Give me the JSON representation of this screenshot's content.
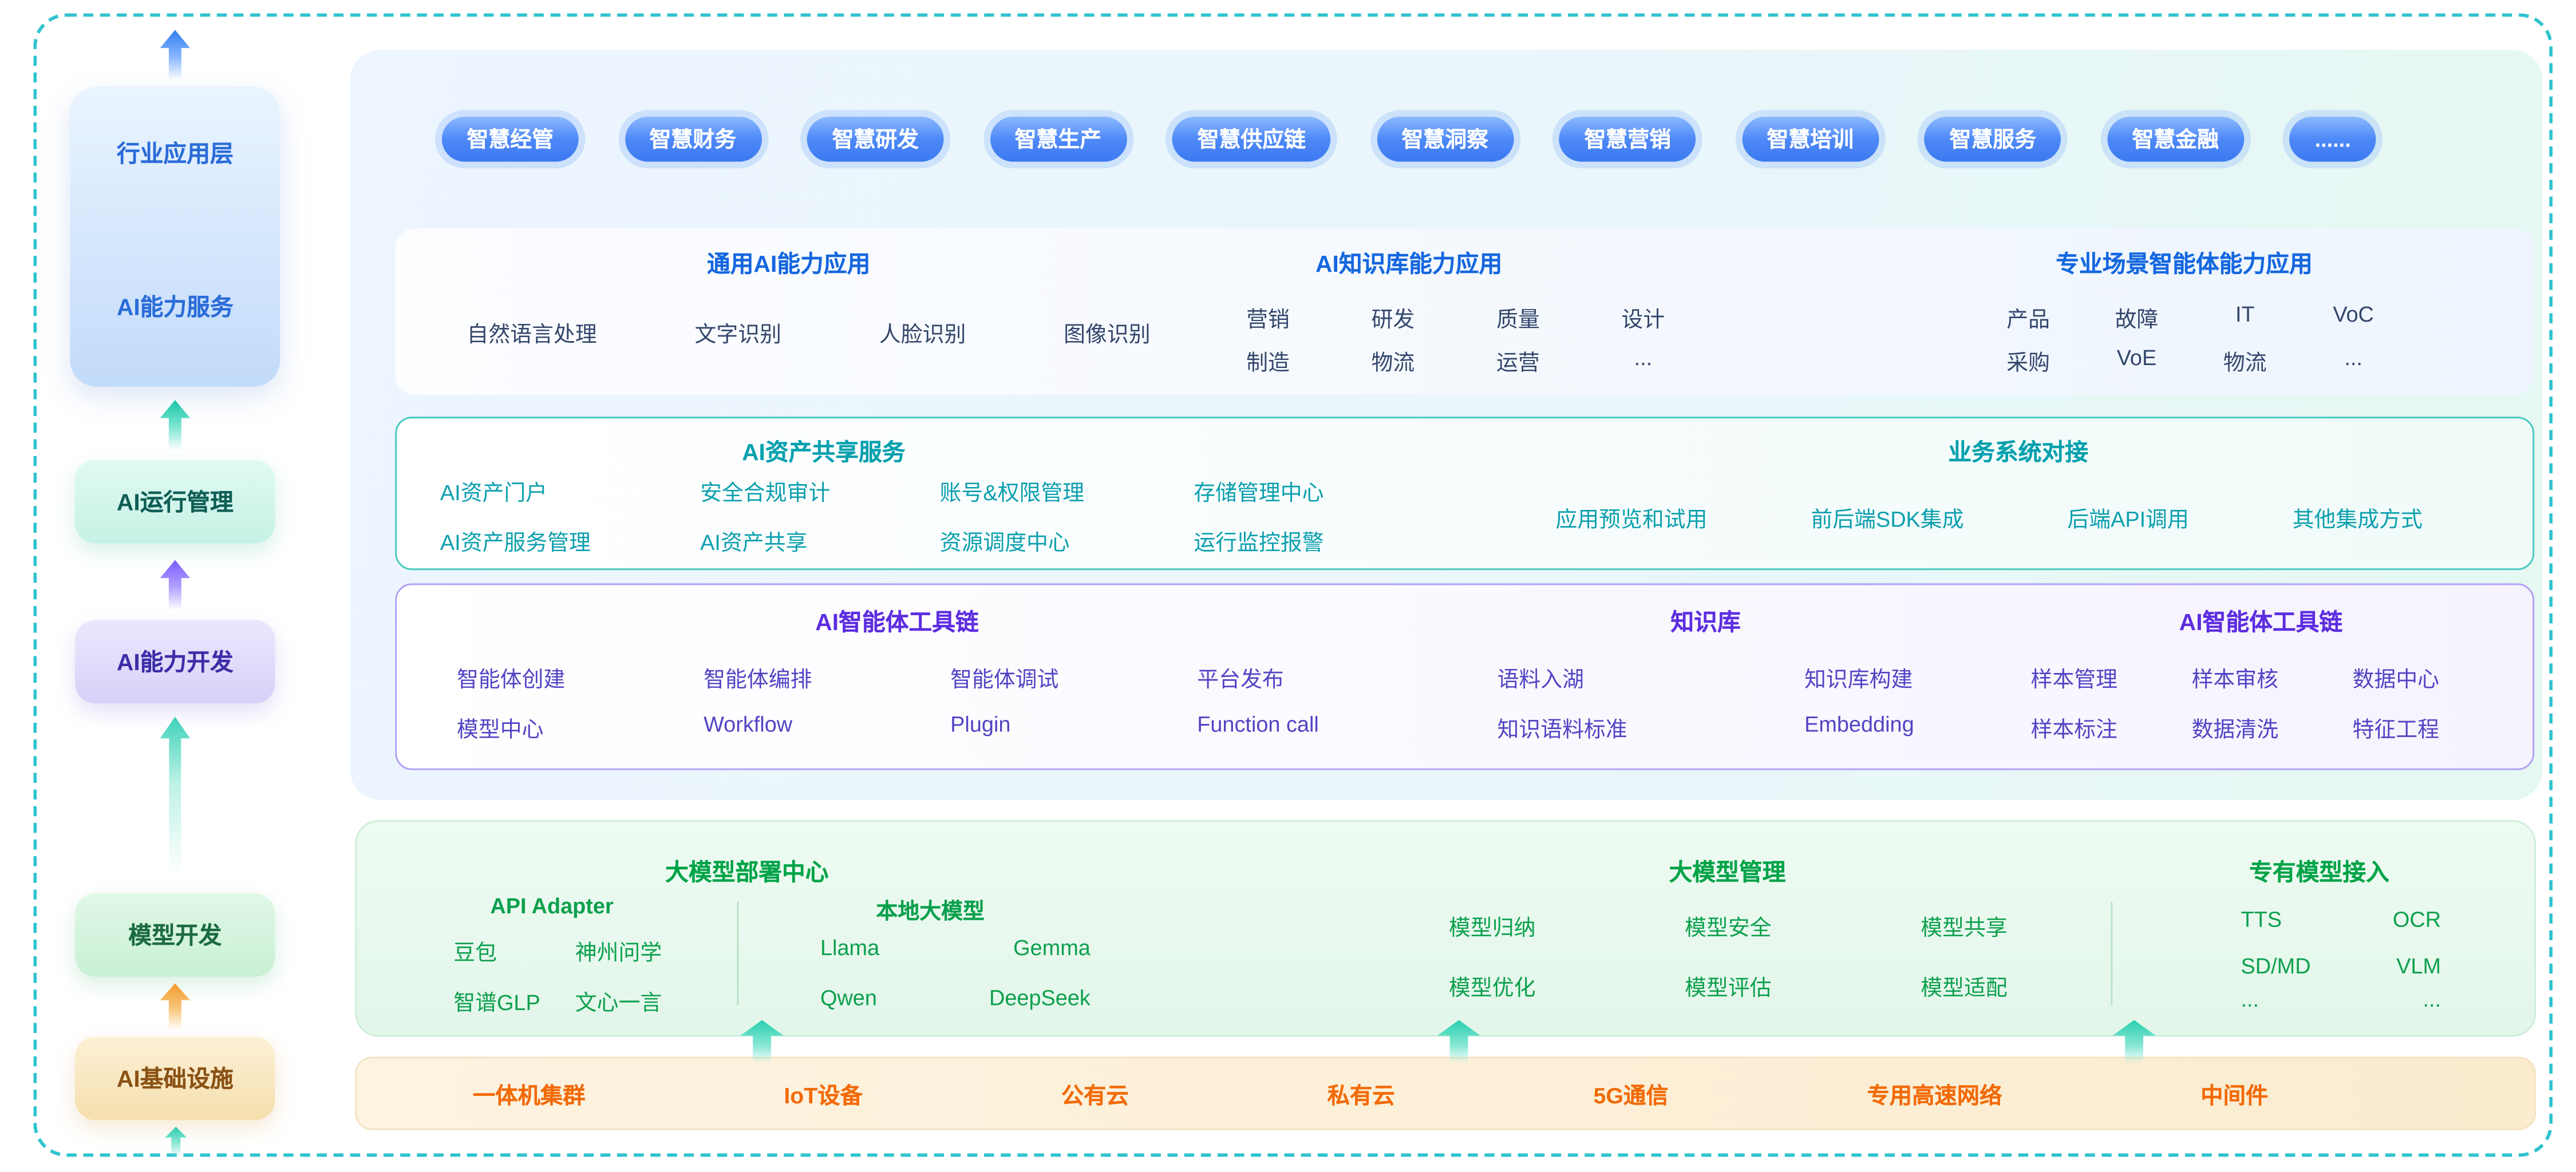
{
  "colors": {
    "frame_dashed": "#2fc3cf",
    "pill_blue": "#4e89f8",
    "blue_heading": "#1567df",
    "teal_heading": "#05a0ad",
    "purple_heading": "#5d2de0",
    "green_heading": "#00a348",
    "orange_text": "#f26a07"
  },
  "sidebar": {
    "app_layer": {
      "line1": "行业应用层",
      "line2": "AI能力服务"
    },
    "run": "AI运行管理",
    "dev": "AI能力开发",
    "model": "模型开发",
    "infra": "AI基础设施"
  },
  "pills": [
    "智慧经管",
    "智慧财务",
    "智慧研发",
    "智慧生产",
    "智慧供应链",
    "智慧洞察",
    "智慧营销",
    "智慧培训",
    "智慧服务",
    "智慧金融",
    "......"
  ],
  "capability": {
    "general": {
      "title": "通用AI能力应用",
      "items": [
        "自然语言处理",
        "文字识别",
        "人脸识别",
        "图像识别"
      ]
    },
    "knowledge": {
      "title": "AI知识库能力应用",
      "rows": [
        [
          "营销",
          "研发",
          "质量",
          "设计"
        ],
        [
          "制造",
          "物流",
          "运营",
          "..."
        ]
      ]
    },
    "scenario": {
      "title": "专业场景智能体能力应用",
      "rows": [
        [
          "产品",
          "故障",
          "IT",
          "VoC"
        ],
        [
          "采购",
          "VoE",
          "物流",
          "..."
        ]
      ]
    }
  },
  "asset": {
    "share": {
      "title": "AI资产共享服务",
      "columns": [
        [
          "AI资产门户",
          "AI资产服务管理"
        ],
        [
          "安全合规审计",
          "AI资产共享"
        ],
        [
          "账号&权限管理",
          "资源调度中心"
        ],
        [
          "存储管理中心",
          "运行监控报警"
        ]
      ]
    },
    "integration": {
      "title": "业务系统对接",
      "items": [
        "应用预览和试用",
        "前后端SDK集成",
        "后端API调用",
        "其他集成方式"
      ]
    }
  },
  "toolchain": {
    "agent": {
      "title": "AI智能体工具链",
      "columns": [
        [
          "智能体创建",
          "模型中心"
        ],
        [
          "智能体编排",
          "Workflow"
        ],
        [
          "智能体调试",
          "Plugin"
        ],
        [
          "平台发布",
          "Function call"
        ]
      ]
    },
    "kb": {
      "title": "知识库",
      "columns": [
        [
          "语料入湖",
          "知识语料标准"
        ],
        [
          "知识库构建",
          "Embedding"
        ]
      ]
    },
    "data": {
      "title": "AI智能体工具链",
      "columns": [
        [
          "样本管理",
          "样本标注"
        ],
        [
          "样本审核",
          "数据清洗"
        ],
        [
          "数据中心",
          "特征工程"
        ]
      ]
    }
  },
  "model_layer": {
    "deploy": {
      "title": "大模型部署中心",
      "api": {
        "title": "API Adapter",
        "rows": [
          [
            "豆包",
            "神州问学"
          ],
          [
            "智谱GLP",
            "文心一言"
          ]
        ]
      },
      "local": {
        "title": "本地大模型",
        "rows": [
          [
            "Llama",
            "Gemma"
          ],
          [
            "Qwen",
            "DeepSeek"
          ]
        ]
      }
    },
    "manage": {
      "title": "大模型管理",
      "rows": [
        [
          "模型归纳",
          "模型安全",
          "模型共享"
        ],
        [
          "模型优化",
          "模型评估",
          "模型适配"
        ]
      ]
    },
    "dedicated": {
      "title": "专有模型接入",
      "rows": [
        [
          "TTS",
          "OCR"
        ],
        [
          "SD/MD",
          "VLM"
        ],
        [
          "...",
          "..."
        ]
      ]
    }
  },
  "infrastructure": [
    "一体机集群",
    "IoT设备",
    "公有云",
    "私有云",
    "5G通信",
    "专用高速网络",
    "中间件"
  ]
}
